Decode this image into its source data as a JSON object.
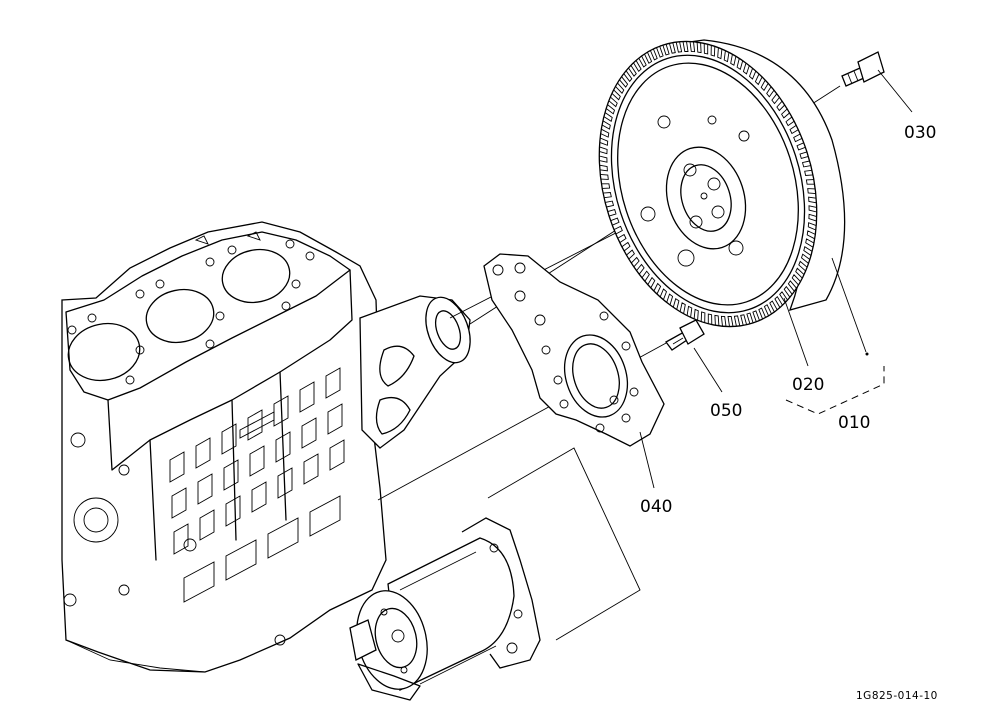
{
  "parts": [
    {
      "id": "p030",
      "label": "030"
    },
    {
      "id": "p020",
      "label": "020"
    },
    {
      "id": "p010",
      "label": "010"
    },
    {
      "id": "p050",
      "label": "050"
    },
    {
      "id": "p040",
      "label": "040"
    }
  ],
  "drawing_ref": "1G825-014-10"
}
